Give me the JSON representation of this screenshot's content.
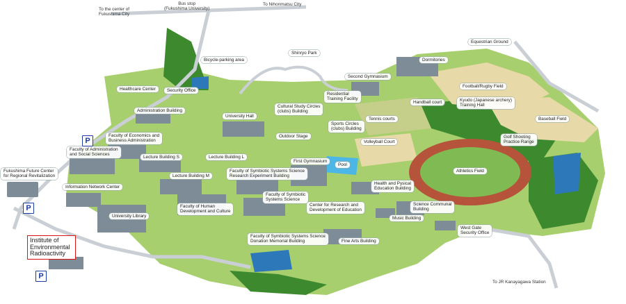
{
  "roads": {
    "to_city_center": "To the center of\nFukushima City",
    "bus_stop": "Bus stop\n(Fukushima University)",
    "to_nihonmatsu": "To Nihonmatsu City",
    "to_jr_station": "To JR Kanayagawa Station"
  },
  "labels": {
    "equestrian_ground": "Equestrian Ground",
    "shinryo_park": "Shinryo Park",
    "bicycle_parking": "Bicycle-parking area",
    "dormitories": "Dormitories",
    "second_gymnasium": "Second Gymnasium",
    "healthcare_center": "Healthcare Center",
    "security_office": "Security Office",
    "football_field": "Football/Rugby Field",
    "residential_training": "Residential\nTraining Facility",
    "handball_court": "Handball court",
    "kyudo_hall": "Kyudo (Japanese archery)\nTraining Hall",
    "administration_building": "Administration Building",
    "cultural_study_circles": "Cultural Study Circles\n(clubs) Building",
    "university_hall": "University Hall",
    "tennis_courts": "Tennis courts",
    "baseball_field": "Baseball Field",
    "sports_circles": "Sports Circles\n(clubs) Building",
    "faculty_economics": "Faculty of Economics and\nBusiness Administration",
    "outdoor_stage": "Outdoor Stage",
    "golf_range": "Golf Shooting\nPractice Range",
    "volleyball_court": "Volleyball Court",
    "faculty_admin_social": "Faculty of Administration\nand Social Sciences",
    "lecture_building_s": "Lecture Building S",
    "lecture_building_l": "Lecture Building L",
    "first_gymnasium": "First Gymnasium",
    "pool": "Pool",
    "symbiotic_research": "Faculty of Symbiotic Systems Science\nResearch Experiment Building",
    "athletics_field": "Athletics Field",
    "future_center": "Fukushima Future Center\nfor Regional Revitalization",
    "lecture_building_m": "Lecture Building M",
    "health_physical": "Health and Pysical\nEducation Building",
    "information_network": "Information Network Center",
    "faculty_symbiotic": "Faculty of Symbiotic\nSystems Science",
    "faculty_human": "Faculty of Human\nDevelopment and Culture",
    "research_center": "Center for Research and\nDevelopment of Education",
    "science_communal": "Science Communal\nBuilding",
    "university_library": "University Library",
    "music_building": "Music Building",
    "west_gate": "West Gate\nSecurity Office",
    "donation_memorial": "Faculty of Symbiotic Systems Science\nDonation Memorial Building",
    "fine_arts": "Fine Arts Building",
    "institute": "Institute of\nEnvironmental\nRadioactivity"
  },
  "parking_symbol": "P",
  "colors": {
    "grass": "#a8cf6e",
    "forest": "#3d8a2e",
    "road": "#c9cfd4",
    "track": "#b5543a",
    "field_sand": "#e8d9a8",
    "pool": "#4cb6e6",
    "pond": "#2d78b8",
    "roof": "#7d8c96",
    "parking_border": "#1b3ca8",
    "institute_border": "#dd1111"
  }
}
